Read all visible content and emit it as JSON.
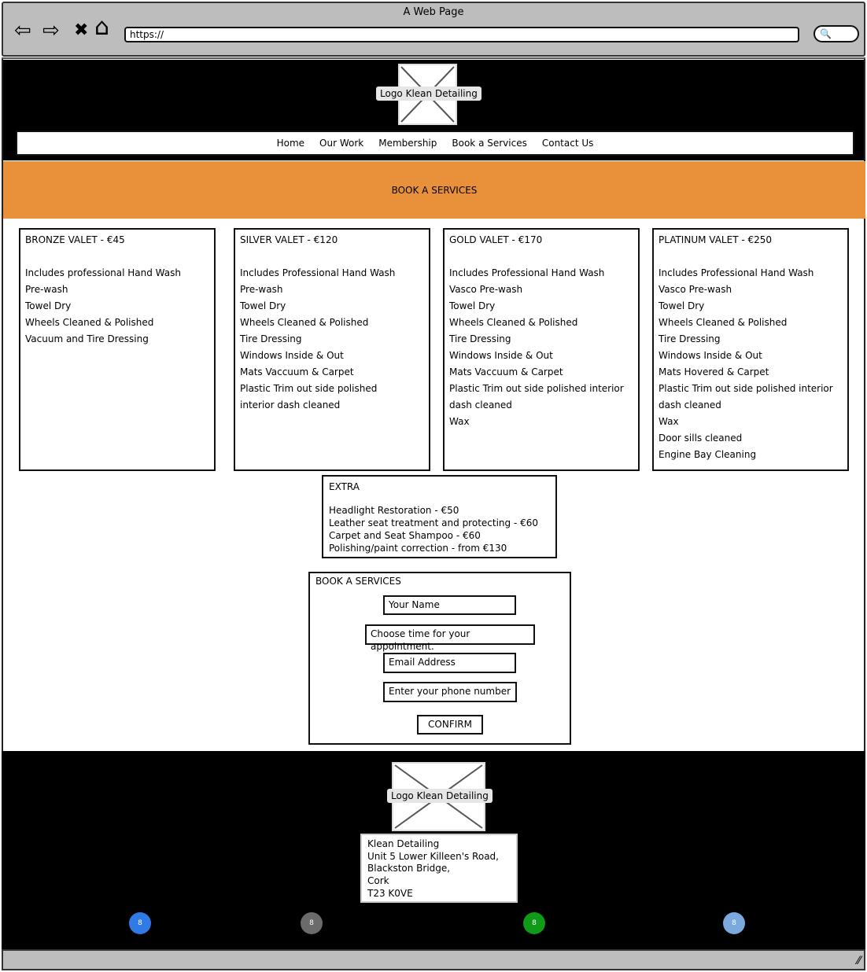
{
  "browser": {
    "title": "A Web Page",
    "url": "https://",
    "back_glyph": "⇦",
    "forward_glyph": "⇨",
    "close_glyph": "✖",
    "home_glyph": "⌂",
    "search_glyph": "🔍"
  },
  "header": {
    "logo_label": "Logo Klean Detailing",
    "nav": [
      "Home",
      "Our Work",
      "Membership",
      "Book a Services",
      "Contact Us"
    ]
  },
  "banner": {
    "text": "BOOK A SERVICES"
  },
  "packages": [
    {
      "title": "BRONZE VALET - €45",
      "items": [
        "Includes professional Hand Wash",
        "Pre-wash",
        "Towel Dry",
        "Wheels Cleaned & Polished",
        "Vacuum and Tire Dressing"
      ]
    },
    {
      "title": "SILVER VALET - €120",
      "items": [
        "Includes Professional Hand Wash",
        "Pre-wash",
        "Towel Dry",
        "Wheels Cleaned & Polished",
        "Tire Dressing",
        "Windows Inside & Out",
        "Mats Vaccuum & Carpet",
        "Plastic Trim out side polished",
        "interior dash cleaned"
      ]
    },
    {
      "title": "GOLD VALET - €170",
      "items": [
        "Includes Professional Hand Wash",
        "Vasco Pre-wash",
        "Towel Dry",
        "Wheels Cleaned & Polished",
        "Tire Dressing",
        "Windows Inside & Out",
        "Mats Vaccuum & Carpet",
        "Plastic Trim out side polished interior",
        "dash cleaned",
        "Wax"
      ]
    },
    {
      "title": "PLATINUM VALET - €250",
      "items": [
        "Includes Professional Hand Wash",
        "Vasco Pre-wash",
        "Towel Dry",
        "Wheels Cleaned & Polished",
        "Tire Dressing",
        "Windows Inside & Out",
        "Mats Hovered & Carpet",
        "Plastic Trim out side polished interior",
        "dash cleaned",
        "Wax",
        "Door sills cleaned",
        "Engine Bay Cleaning"
      ]
    }
  ],
  "extra": {
    "title": "EXTRA",
    "items": [
      "Headlight Restoration - €50",
      "Leather seat treatment and protecting - €60",
      "Carpet and Seat Shampoo - €60",
      "Polishing/paint correction - from €130"
    ]
  },
  "booking": {
    "title": "BOOK A SERVICES",
    "fields": [
      "Your Name",
      "Choose time for your appointment.",
      "Email Address",
      "Enter your phone number"
    ],
    "confirm_label": "CONFIRM"
  },
  "footer": {
    "logo_label": "Logo Klean Detailing",
    "address_lines": [
      "Klean Detailing",
      "Unit 5 Lower Killeen's Road,",
      "Blackston Bridge,",
      "Cork",
      "T23 K0VE"
    ],
    "social": [
      {
        "glyph": "8",
        "color": "#2f7ae5"
      },
      {
        "glyph": "8",
        "color": "#6b6b6b"
      },
      {
        "glyph": "8",
        "color": "#0f9a17"
      },
      {
        "glyph": "8",
        "color": "#7ba9dd"
      }
    ]
  },
  "status": {
    "resize_glyph": "⁄⁄"
  }
}
